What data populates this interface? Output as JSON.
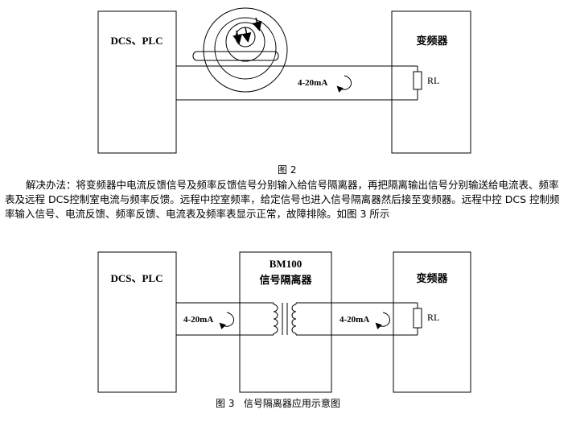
{
  "figure2": {
    "left_box_label": "DCS、PLC",
    "right_box_label": "变频器",
    "signal_label": "4-20mA",
    "load_label": "RL",
    "caption": "图 2"
  },
  "solution_paragraph": "解决办法：将变频器中电流反馈信号及频率反馈信号分别输入给信号隔离器，再把隔离输出信号分别输送给电流表、频率表及远程 DCS控制室电流与频率反馈。远程中控室频率，给定信号也进入信号隔离器然后接至变频器。远程中控 DCS 控制频率输入信号、电流反馈、频率反馈、电流表及频率表显示正常，故障排除。如图 3 所示",
  "figure3": {
    "left_box_label": "DCS、PLC",
    "isolator_model": "BM100",
    "isolator_name": "信号隔离器",
    "right_box_label": "变频器",
    "signal_label_left": "4-20mA",
    "signal_label_right": "4-20mA",
    "load_label": "RL",
    "caption": "图 3   信号隔离器应用示意图"
  }
}
